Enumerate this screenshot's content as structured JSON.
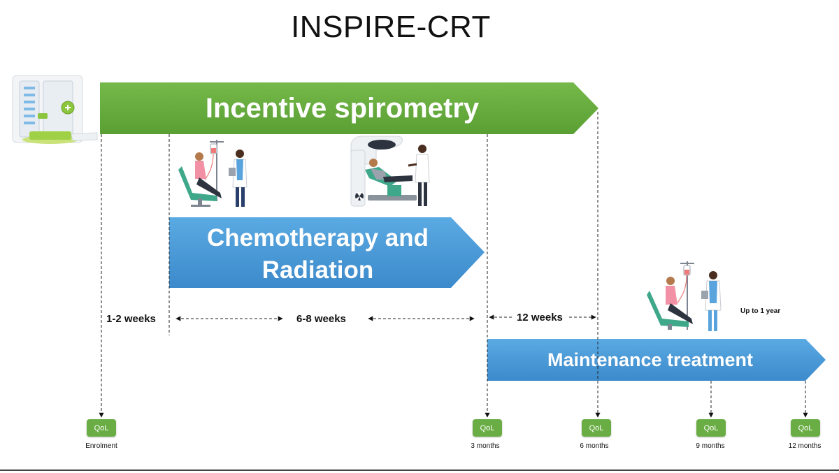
{
  "title": "INSPIRE-CRT",
  "colors": {
    "green": "#67ad3e",
    "green_dark": "#4d8f2a",
    "blue": "#4a9bd8",
    "blue_dark": "#3a86c4",
    "qol_green": "#6aad45"
  },
  "arrows": {
    "spirometry": "Incentive spirometry",
    "chemo_line1": "Chemotherapy and",
    "chemo_line2": "Radiation",
    "maintenance": "Maintenance treatment"
  },
  "durations": {
    "d1": "1-2 weeks",
    "d2": "6-8 weeks",
    "d3": "12 weeks"
  },
  "note": "Up to 1 year",
  "qol_label": "QoL",
  "timepoints": [
    "Enrolment",
    "3 months",
    "6 months",
    "9 months",
    "12 months"
  ],
  "icons": {
    "spirometer": "incentive-spirometer-icon",
    "infusion": "chemotherapy-infusion-icon",
    "radiation": "radiation-therapy-icon"
  }
}
